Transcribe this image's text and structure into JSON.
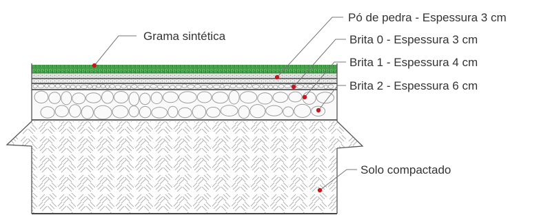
{
  "diagram": {
    "labels": {
      "grass": "Grama sintética",
      "stone_dust": "Pó de pedra - Espessura 3 cm",
      "brita0": "Brita 0 - Espessura 3 cm",
      "brita1": "Brita 1 - Espessura 4 cm",
      "brita2": "Brita 2 - Espessura 6 cm",
      "soil": "Solo compactado"
    },
    "colors": {
      "grass": "#2e9a3b",
      "grass_light": "#7cc07a",
      "marker": "#c8171c",
      "line": "#555555",
      "hatch": "#a9a9a9"
    }
  }
}
